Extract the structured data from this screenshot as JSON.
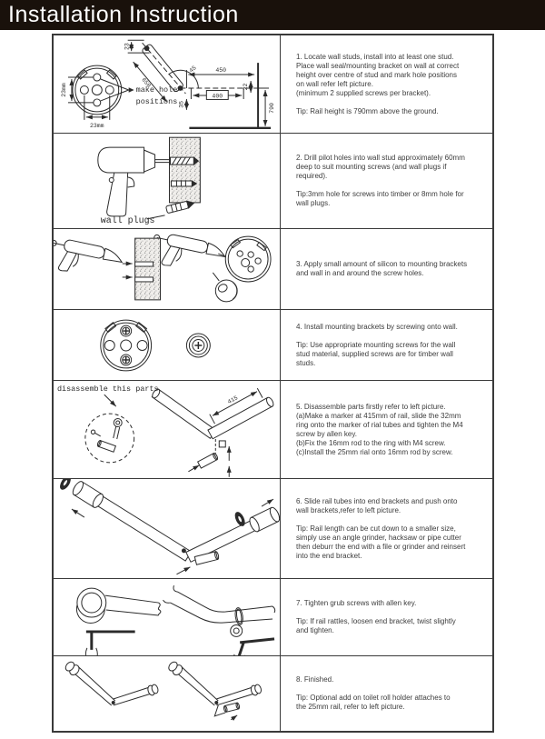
{
  "title": "Installation Instruction",
  "steps": [
    {
      "body": "1. Locate wall studs, install into at least one stud.\nPlace wall seal/mounting bracket on wall at correct\nheight over centre of stud and mark hole positions\non wall refer left picture.\n(minimum 2 supplied screws per bracket).",
      "tip": "Tip: Rail height is 790mm above the ground."
    },
    {
      "body": "2. Drill pilot holes into wall stud approximately 60mm\ndeep to suit mounting screws (and wall plugs if\nrequired).",
      "tip": "Tip:3mm hole for screws into timber or 8mm hole for\nwall plugs."
    },
    {
      "body": "3. Apply small amount of silicon to mounting brackets\nand wall in and around the screw holes.",
      "tip": ""
    },
    {
      "body": "4. Install mounting brackets by screwing onto wall.",
      "tip": "Tip: Use appropriate mounting screws for the wall\nstud material, supplied screws are for timber wall\nstuds."
    },
    {
      "body": "5. Disassemble parts firstly refer to left picture.\n(a)Make a marker at 415mm of rail, slide the 32mm\nring onto the marker of rial tubes and tighten the M4\nscrew by allen key.\n(b)Fix the 16mm rod to the ring with M4 screw.\n(c)Install the 25mm rial onto 16mm rod by screw.",
      "tip": ""
    },
    {
      "body": "6. Slide rail tubes into end brackets and push onto\nwall brackets,refer to left picture.",
      "tip": "Tip: Rail length can be cut down to a smaller size,\nsimply use an angle grinder, hacksaw or pipe cutter\nthen deburr the end with a file or grinder and reinsert\ninto the end bracket."
    },
    {
      "body": "7. Tighten grub screws with allen key.",
      "tip": "Tip: If rail rattles, loosen end bracket, twist slightly\nand tighten."
    },
    {
      "body": "8. Finished.",
      "tip": "Tip: Optional add on toilet roll holder attaches to\nthe 25mm rail, refer to left picture."
    }
  ],
  "diagrams": {
    "step1": {
      "dim_v": "23mm",
      "dim_h": "23mm",
      "note1": "make hole",
      "note2": "positions",
      "d23": "23",
      "d650": "650",
      "d45": "45",
      "d450": "450",
      "d400": "400",
      "d35": "35",
      "d22": "22",
      "d790": "790"
    },
    "step2": {
      "label": "wall plugs"
    },
    "step5": {
      "label": "disassemble this parts",
      "d415": "415"
    }
  }
}
